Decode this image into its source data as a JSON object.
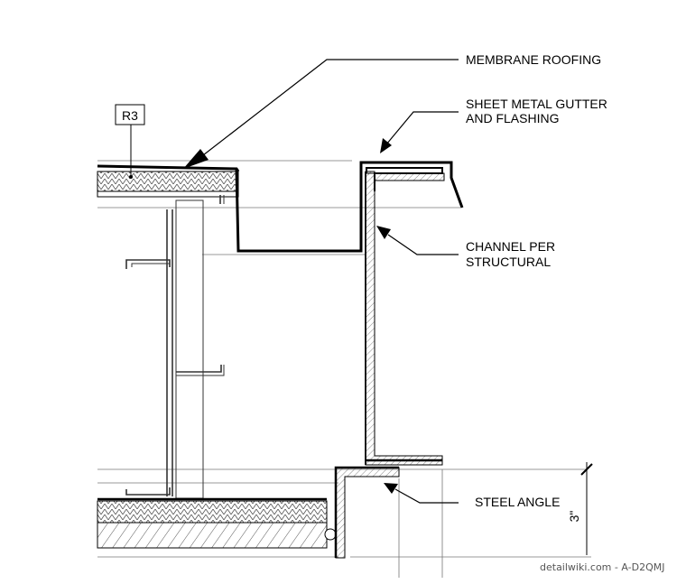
{
  "tag": {
    "text": "R3"
  },
  "labels": {
    "membrane": "MEMBRANE ROOFING",
    "gutter_1": "SHEET METAL  GUTTER",
    "gutter_2": "AND FLASHING",
    "channel_1": "CHANNEL PER",
    "channel_2": "STRUCTURAL",
    "angle": "STEEL ANGLE",
    "dimension": "3\""
  },
  "watermark": "detailwiki.com - A-D2QMJ",
  "colors": {
    "line": "#000000",
    "thin_line": "#777777",
    "hatch": "#555555"
  }
}
